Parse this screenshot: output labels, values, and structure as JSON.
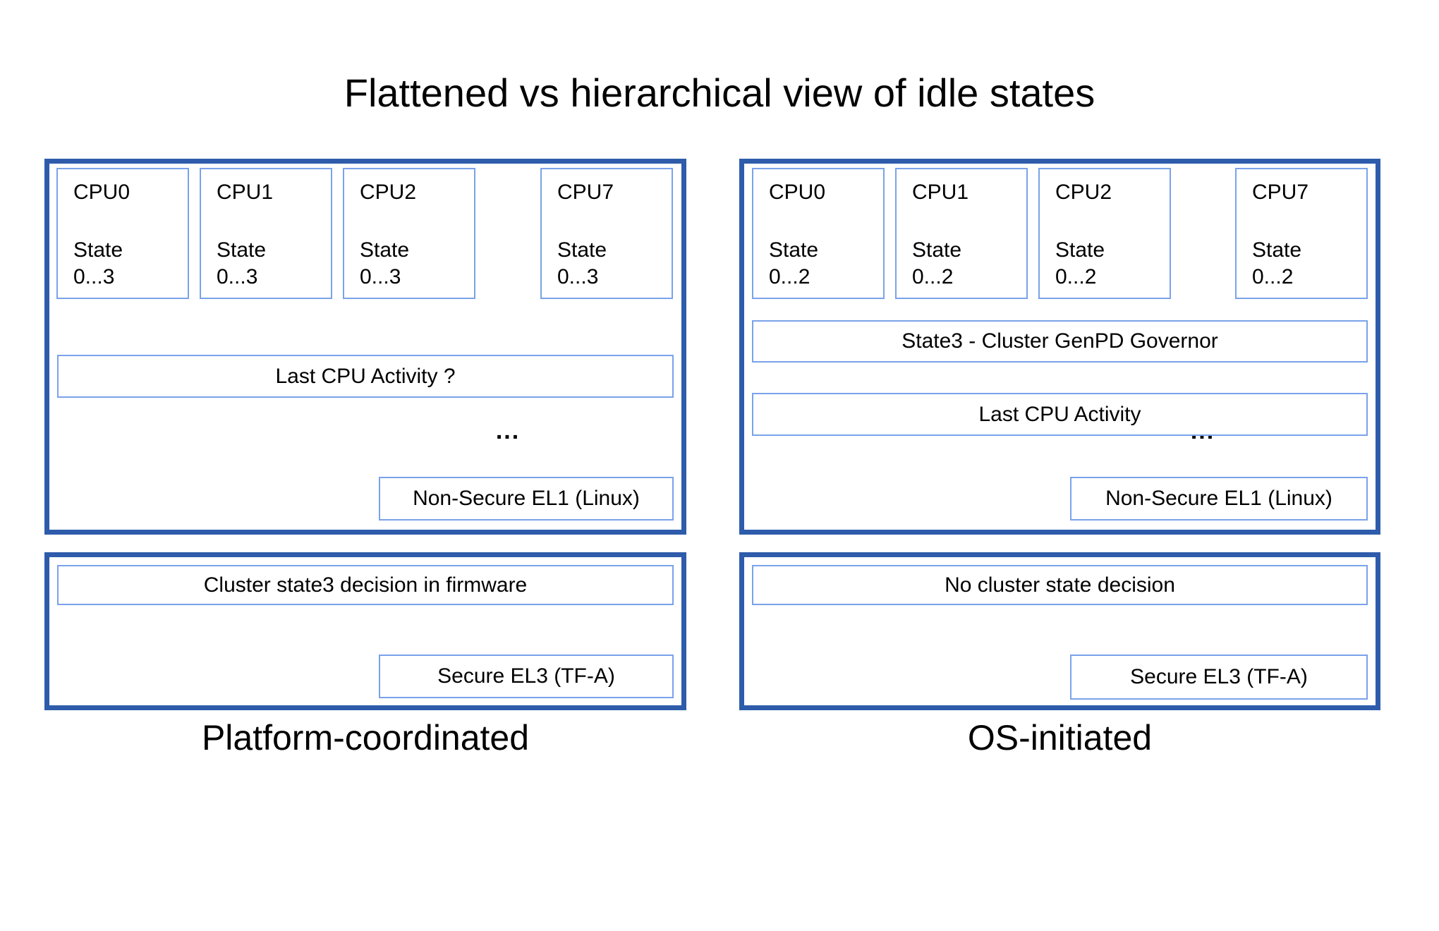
{
  "title": "Flattened vs hierarchical view of idle states",
  "colors": {
    "outer_border": "#2e5cab",
    "inner_border": "#7aa2ea",
    "text": "#000000",
    "background": "#ffffff"
  },
  "panels": {
    "left": {
      "label": "Platform-coordinated",
      "cpus": [
        {
          "name": "CPU0",
          "state_label": "State",
          "state_range": "0...3"
        },
        {
          "name": "CPU1",
          "state_label": "State",
          "state_range": "0...3"
        },
        {
          "name": "CPU2",
          "state_label": "State",
          "state_range": "0...3"
        },
        {
          "name": "CPU7",
          "state_label": "State",
          "state_range": "0...3"
        }
      ],
      "ellipsis": "...",
      "activity_label": "Last CPU Activity ?",
      "el1_label": "Non-Secure EL1 (Linux)",
      "decision_label": "Cluster state3 decision in firmware",
      "el3_label": "Secure EL3 (TF-A)"
    },
    "right": {
      "label": "OS-initiated",
      "cpus": [
        {
          "name": "CPU0",
          "state_label": "State",
          "state_range": "0...2"
        },
        {
          "name": "CPU1",
          "state_label": "State",
          "state_range": "0...2"
        },
        {
          "name": "CPU2",
          "state_label": "State",
          "state_range": "0...2"
        },
        {
          "name": "CPU7",
          "state_label": "State",
          "state_range": "0...2"
        }
      ],
      "ellipsis": "...",
      "governor_label": "State3 - Cluster GenPD Governor",
      "activity_label": "Last CPU Activity",
      "el1_label": "Non-Secure EL1 (Linux)",
      "decision_label": "No cluster state decision",
      "el3_label": "Secure EL3 (TF-A)"
    }
  }
}
